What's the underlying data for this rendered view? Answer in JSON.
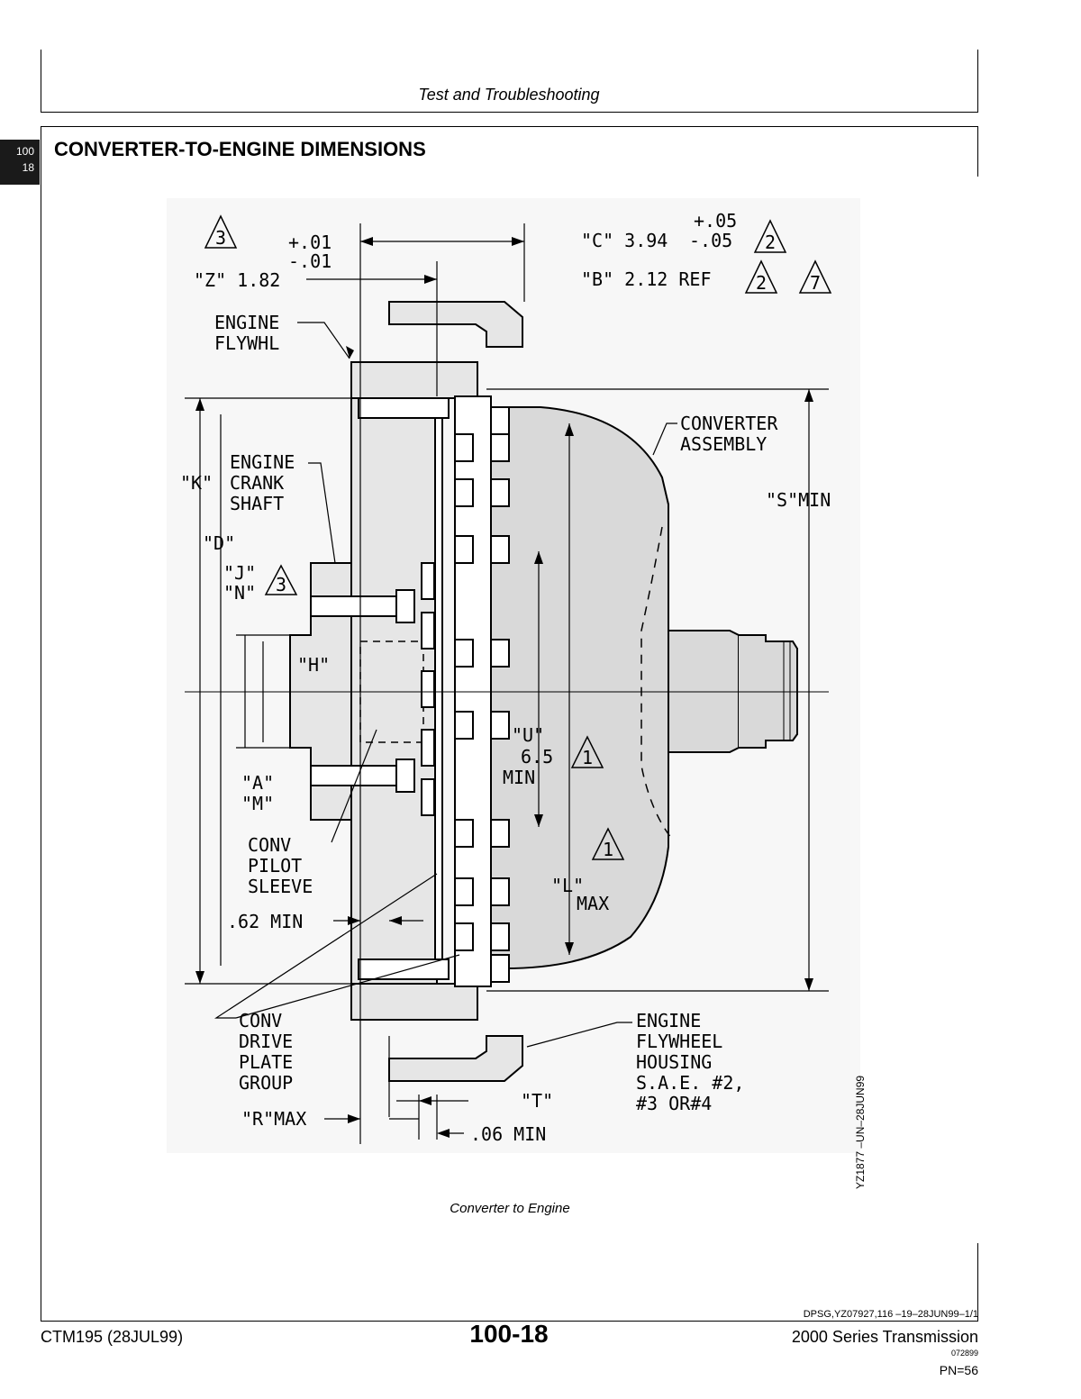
{
  "header": {
    "section": "Test and Troubleshooting"
  },
  "tab": {
    "line1": "100",
    "line2": "18"
  },
  "page_title": "CONVERTER-TO-ENGINE DIMENSIONS",
  "figure": {
    "labels": {
      "engine_flywheel": [
        "ENGINE",
        "FLYWHL"
      ],
      "engine_crankshaft": [
        "ENGINE",
        "CRANK",
        "SHAFT"
      ],
      "converter_assembly": [
        "CONVERTER",
        "ASSEMBLY"
      ],
      "conv_pilot_sleeve": [
        "CONV",
        "PILOT",
        "SLEEVE"
      ],
      "conv_drive_plate": [
        "CONV",
        "DRIVE",
        "PLATE",
        "GROUP"
      ],
      "flywheel_housing": [
        "ENGINE",
        "FLYWHEEL",
        "HOUSING",
        "S.A.E. #2,",
        "#3 OR#4"
      ]
    },
    "dims": {
      "c_label": "\"C\" 3.94",
      "c_tol_plus": "+.05",
      "c_tol_minus": "-.05",
      "b_label": "\"B\" 2.12 REF",
      "z_label": "\"Z\" 1.82",
      "z_tol_plus": "+.01",
      "z_tol_minus": "-.01",
      "k": "\"K\"",
      "d": "\"D\"",
      "j": "\"J\"",
      "n": "\"N\"",
      "h": "\"H\"",
      "a": "\"A\"",
      "m": "\"M\"",
      "s": "\"S\"MIN",
      "u": "\"U\"",
      "u_val": "6.5",
      "u_min": "MIN",
      "l": "\"L\"",
      "l_max": "MAX",
      "min_62": ".62 MIN",
      "r": "\"R\"MAX",
      "t": "\"T\"",
      "min_06": ".06 MIN"
    },
    "notes": {
      "n1": "1",
      "n2": "2",
      "n3": "3",
      "n7": "7"
    },
    "caption": "Converter to Engine",
    "figure_id": "YZ1877 –UN–28JUN99"
  },
  "doc_ref": "DPSG,YZ07927,116 –19–28JUN99–1/1",
  "footer": {
    "left": "CTM195 (28JUL99)",
    "center": "100-18",
    "right": "2000 Series Transmission",
    "code": "072899",
    "pn": "PN=56"
  }
}
